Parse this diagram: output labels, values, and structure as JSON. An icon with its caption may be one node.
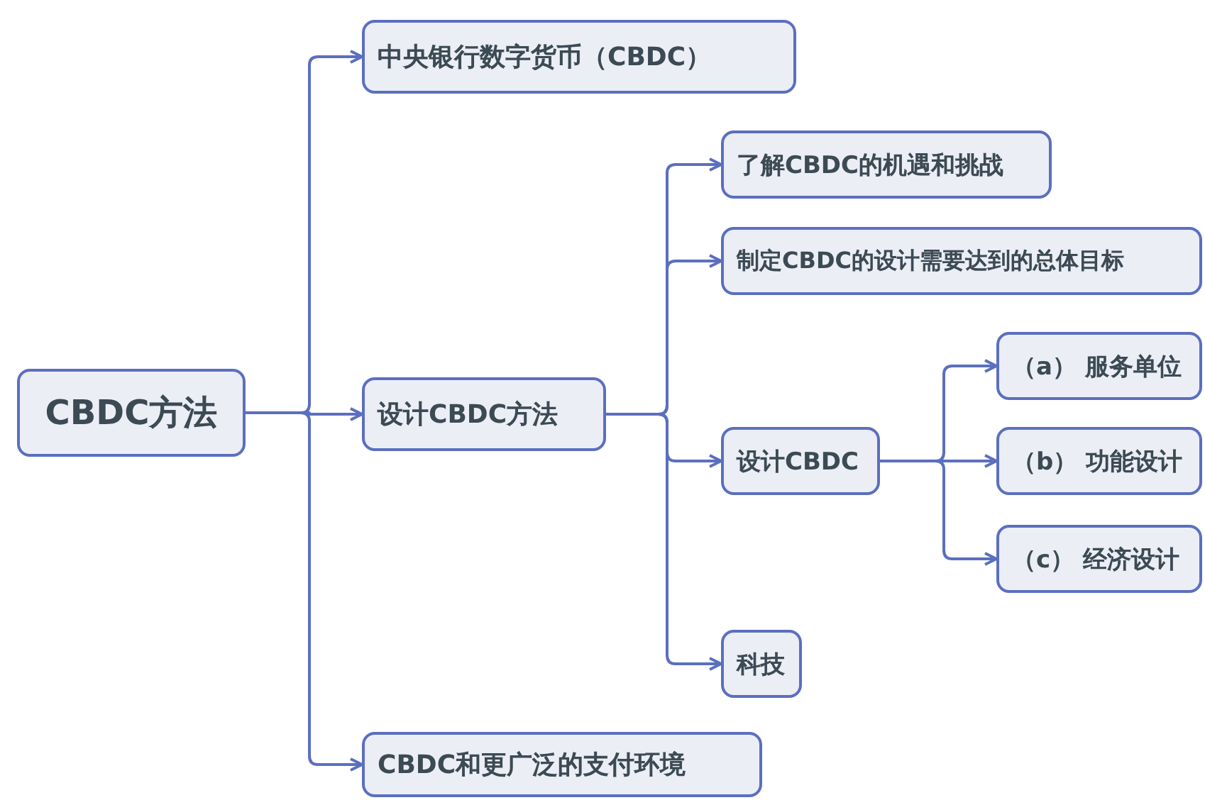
{
  "diagram": {
    "nodes": [
      {
        "text": [
          "CBDC方法"
        ]
      },
      {
        "text": [
          "中央银行数字货币（CBDC）"
        ]
      },
      {
        "text": [
          "设计CBDC方法"
        ]
      },
      {
        "text": [
          "CBDC和更广泛的支付环境"
        ]
      },
      {
        "text": [
          "了解CBDC的机遇和挑战"
        ]
      },
      {
        "text": [
          "制定CBDC的设计需要达到的总体目标"
        ]
      },
      {
        "text": [
          "设计CBDC"
        ]
      },
      {
        "text": [
          "科技"
        ]
      },
      {
        "text": [
          "（a） 服务单位"
        ]
      },
      {
        "text": [
          "（b） 功能设计"
        ]
      },
      {
        "text": [
          "（c） 经济设计"
        ]
      }
    ],
    "edges": [
      {
        "from": 0,
        "to": 1,
        "arrow": "to"
      },
      {
        "from": 0,
        "to": 2,
        "arrow": "to"
      },
      {
        "from": 0,
        "to": 3,
        "arrow": "to"
      },
      {
        "from": 2,
        "to": 4,
        "arrow": "to"
      },
      {
        "from": 2,
        "to": 5,
        "arrow": "to"
      },
      {
        "from": 2,
        "to": 6,
        "arrow": "to"
      },
      {
        "from": 2,
        "to": 7,
        "arrow": "to"
      },
      {
        "from": 6,
        "to": 8,
        "arrow": "to"
      },
      {
        "from": 6,
        "to": 9,
        "arrow": "to"
      },
      {
        "from": 6,
        "to": 10,
        "arrow": "to"
      }
    ]
  }
}
